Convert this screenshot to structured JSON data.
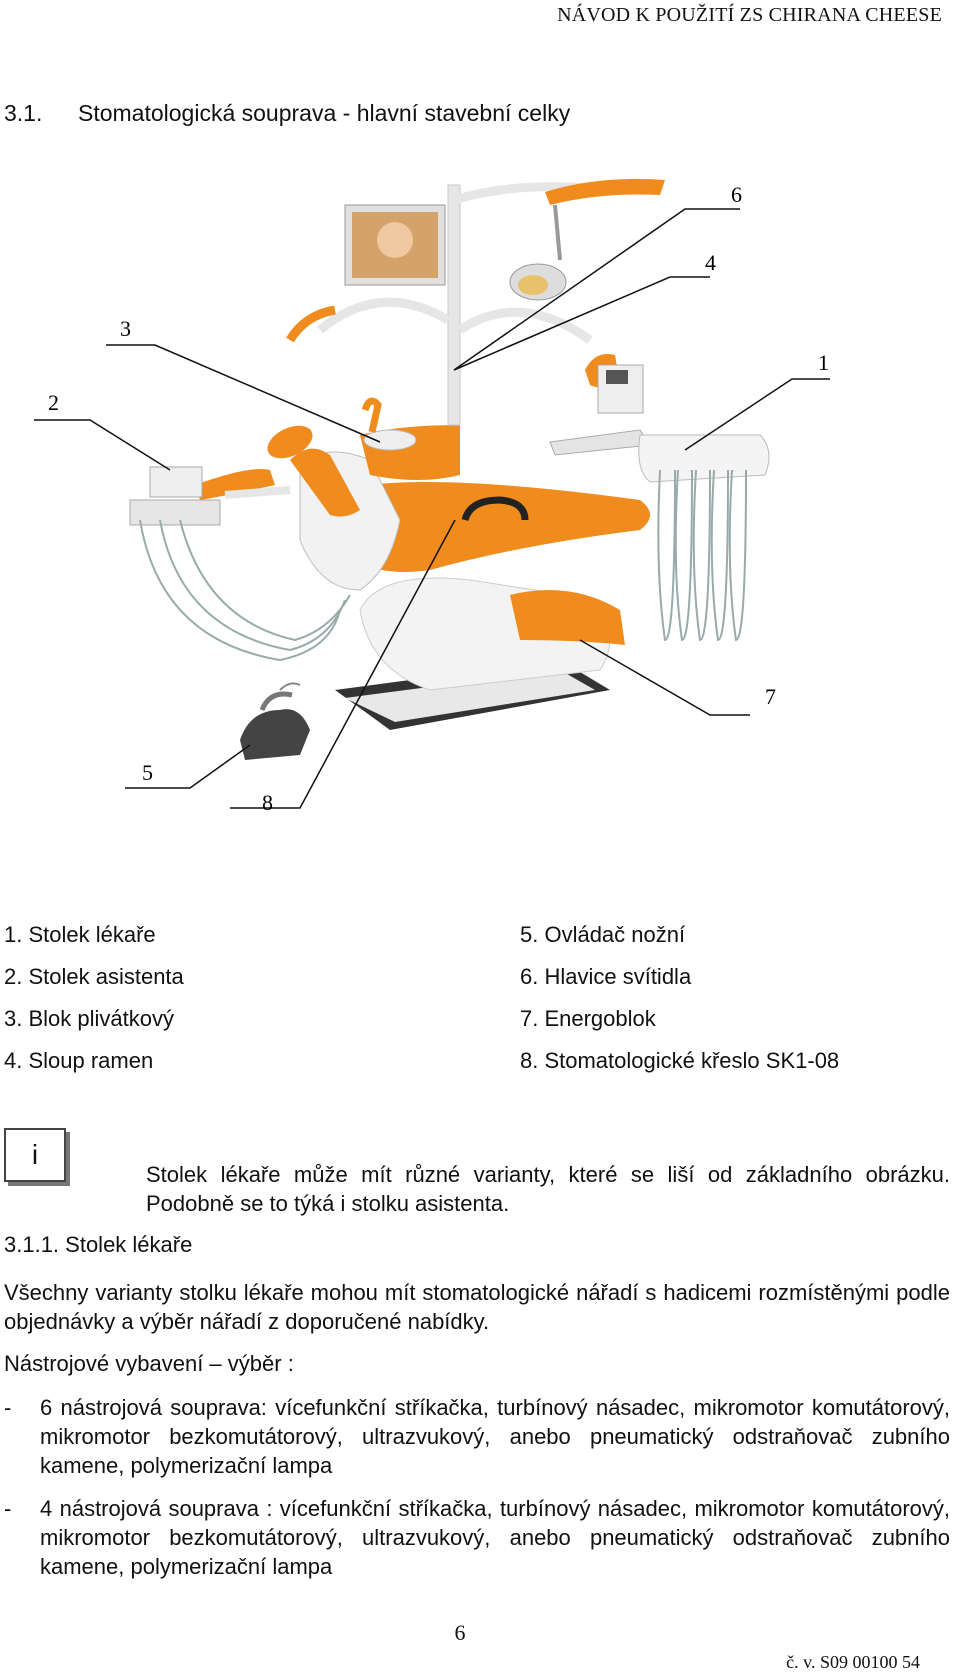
{
  "header": {
    "title": "NÁVOD K POUŽITÍ ZS CHIRANA CHEESE"
  },
  "section": {
    "number": "3.1.",
    "title": "Stomatologická souprava - hlavní stavební celky"
  },
  "figure": {
    "callouts": [
      "1",
      "2",
      "3",
      "4",
      "5",
      "6",
      "7",
      "8"
    ]
  },
  "legend": {
    "left": [
      "1. Stolek lékaře",
      "2. Stolek asistenta",
      "3. Blok plivátkový",
      "4. Sloup ramen"
    ],
    "right": [
      "5. Ovládač nožní",
      "6. Hlavice svítidla",
      "7. Energoblok",
      "8. Stomatologické křeslo SK1-08"
    ]
  },
  "info": {
    "icon_letter": "i",
    "note": "Stolek lékaře může mít různé varianty, které se liší od základního obrázku. Podobně se to týká i stolku asistenta."
  },
  "subsection": {
    "title": "3.1.1. Stolek lékaře"
  },
  "paragraphs": {
    "p1": "Všechny varianty stolku lékaře mohou mít stomatologické nářadí s hadicemi rozmístěnými podle objednávky a výběr nářadí z doporučené nabídky.",
    "p2": "Nástrojové vybavení – výběr :"
  },
  "list": [
    {
      "dash": "-",
      "text": "6 nástrojová souprava: vícefunkční stříkačka, turbínový násadec, mikromotor komutátorový, mikromotor bezkomutátorový, ultrazvukový, anebo pneumatický odstraňovač zubního kamene, polymerizační lampa"
    },
    {
      "dash": "-",
      "text": "4 nástrojová souprava : vícefunkční stříkačka, turbínový násadec, mikromotor komutátorový, mikromotor bezkomutátorový, ultrazvukový, anebo pneumatický odstraňovač zubního kamene, polymerizační lampa"
    }
  ],
  "footer": {
    "page": "6",
    "doc_number": "č. v. S09 00100 54"
  },
  "colors": {
    "accent_orange": "#f08c1e",
    "unit_white": "#f2f2f2"
  }
}
